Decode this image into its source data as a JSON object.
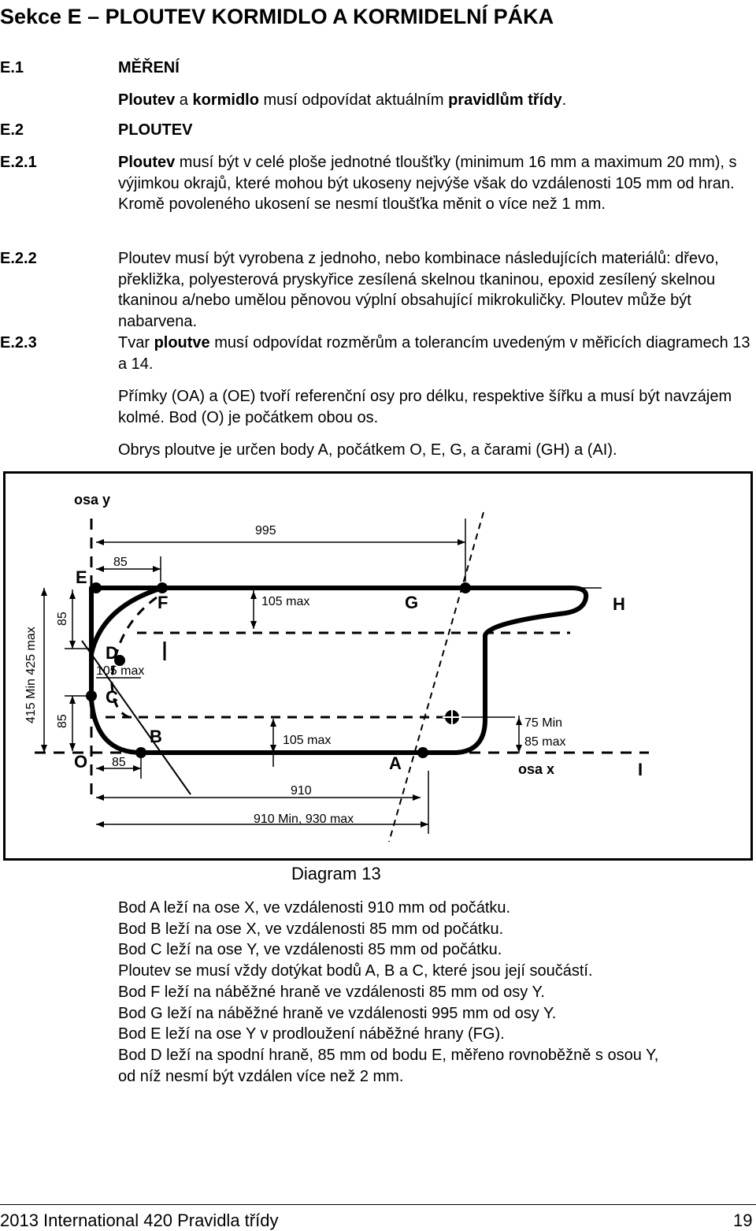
{
  "title": "Sekce E – PLOUTEV KORMIDLO A KORMIDELNÍ PÁKA",
  "sections": {
    "e1": {
      "num": "E.1",
      "heading": "MĚŘENÍ",
      "p1_b1": "Ploutev",
      "p1_t1": " a ",
      "p1_b2": "kormidlo",
      "p1_t2": " musí odpovídat aktuálním ",
      "p1_b3": "pravidlům třídy",
      "p1_t3": "."
    },
    "e2": {
      "num": "E.2",
      "heading": "PLOUTEV"
    },
    "e21": {
      "num": "E.2.1",
      "b1": "Ploutev",
      "t1": " musí být v celé ploše jednotné tloušťky (minimum 16 mm a maximum 20 mm), s výjimkou okrajů, které mohou být ukoseny nejvýše však do vzdálenosti 105 mm od hran. Kromě povoleného ukosení se nesmí tloušťka měnit o více než 1 mm."
    },
    "e22": {
      "num": "E.2.2",
      "text": "Ploutev musí být vyrobena z jednoho, nebo kombinace následujících materiálů: dřevo, překližka, polyesterová pryskyřice zesílená skelnou tkaninou, epoxid zesílený skelnou tkaninou a/nebo umělou pěnovou výplní obsahující mikrokuličky. Ploutev může být nabarvena."
    },
    "e23": {
      "num": "E.2.3",
      "t1": "Tvar ",
      "b1": "ploutve",
      "t2": " musí odpovídat rozměrům a tolerancím uvedeným v měřicích diagramech 13 a 14.",
      "p2": "Přímky (OA) a (OE) tvoří referenční osy pro délku, respektive šířku a musí být navzájem kolmé. Bod (O) je počátkem obou os.",
      "p3": "Obrys ploutve je určen body A, počátkem O, E, G, a čarami (GH) a (AI)."
    }
  },
  "diagram": {
    "labels": {
      "osa_y": "osa y",
      "osa_x": "osa x",
      "dim_995": "995",
      "dim_85_top": "85",
      "dim_105_top": "105 max",
      "dim_85_left": "85",
      "dim_85_left2": "85",
      "dim_415": "415 Min 425 max",
      "dim_105_d": "105 max",
      "dim_75_85": "75 Min",
      "dim_85_max": "85 max",
      "dim_105_bottom": "105 max",
      "dim_85_bottom": "85",
      "dim_910": "910",
      "dim_910_930": "910 Min, 930 max",
      "pt_E": "E",
      "pt_F": "F",
      "pt_G": "G",
      "pt_H": "H",
      "pt_D": "D",
      "pt_C": "C",
      "pt_B": "B",
      "pt_O": "O",
      "pt_A": "A",
      "pt_I": "I"
    },
    "caption": "Diagram 13"
  },
  "bod_list": [
    "Bod A leží na ose X, ve vzdálenosti 910 mm od počátku.",
    "Bod B leží na ose X, ve vzdálenosti 85 mm od počátku.",
    "Bod C leží na ose Y, ve vzdálenosti 85 mm od počátku.",
    "Ploutev se musí vždy dotýkat bodů A, B a C, které jsou její součástí.",
    "Bod F leží na náběžné hraně ve vzdálenosti 85 mm od osy Y.",
    "Bod G leží na náběžné hraně ve vzdálenosti 995 mm od osy Y.",
    "Bod E leží na ose Y v prodloužení náběžné hrany (FG).",
    "Bod D leží na spodní hraně, 85 mm od bodu E, měřeno rovnoběžně s osou Y,",
    "od níž nesmí být vzdálen více než 2 mm."
  ],
  "footer": {
    "left": "2013 International 420 Pravidla třídy",
    "page": "19"
  }
}
